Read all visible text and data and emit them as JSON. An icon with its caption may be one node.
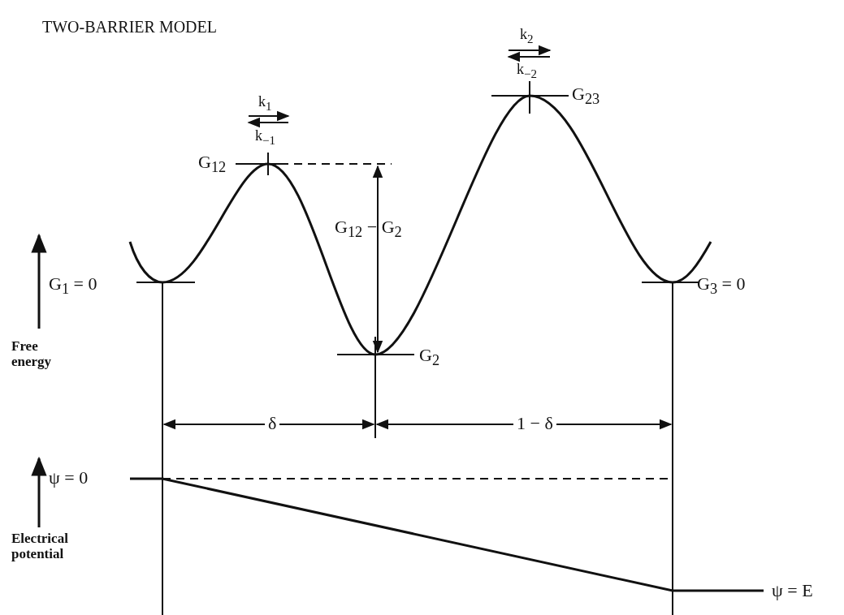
{
  "diagram": {
    "title": "TWO-BARRIER MODEL",
    "labels": [
      "k$_{2}$",
      "k$_{−2}$",
      "G$_{23}$",
      "k$_{1}$",
      "k$_{−1}$",
      "G$_{12}$",
      "G$_{12}$ − G$_{2}$",
      "G$_{1}$ = 0",
      "G$_{3}$ = 0",
      "G$_{2}$",
      "Free energy",
      "δ",
      "1 − δ",
      "ψ = 0",
      "Electrical potential",
      "ψ = E"
    ]
  }
}
